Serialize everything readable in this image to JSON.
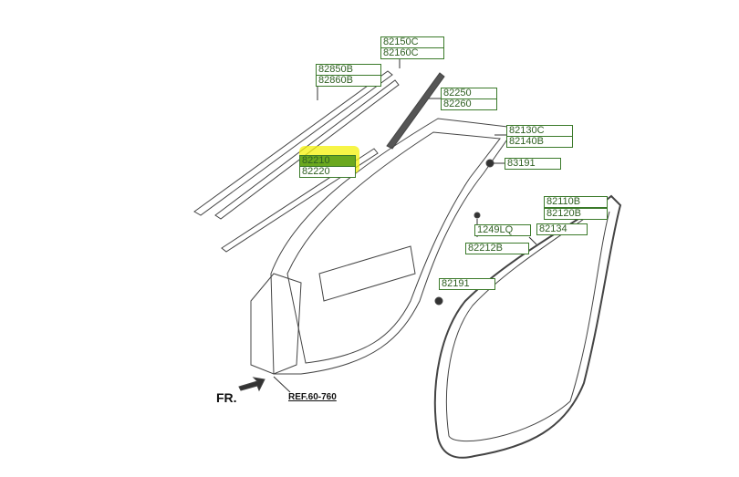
{
  "labels": {
    "p82150C": "82150C",
    "p82160C": "82160C",
    "p82850B": "82850B",
    "p82860B": "82860B",
    "p82250": "82250",
    "p82260": "82260",
    "p82130C": "82130C",
    "p82140B": "82140B",
    "p82210": "82210",
    "p82220": "82220",
    "p83191": "83191",
    "p82110B": "82110B",
    "p82120B": "82120B",
    "p82134": "82134",
    "p1249LQ": "1249LQ",
    "p82212B": "82212B",
    "p82191": "82191"
  },
  "direction": "FR.",
  "reference": "REF.60-760",
  "highlight_color": "#f4f20a"
}
